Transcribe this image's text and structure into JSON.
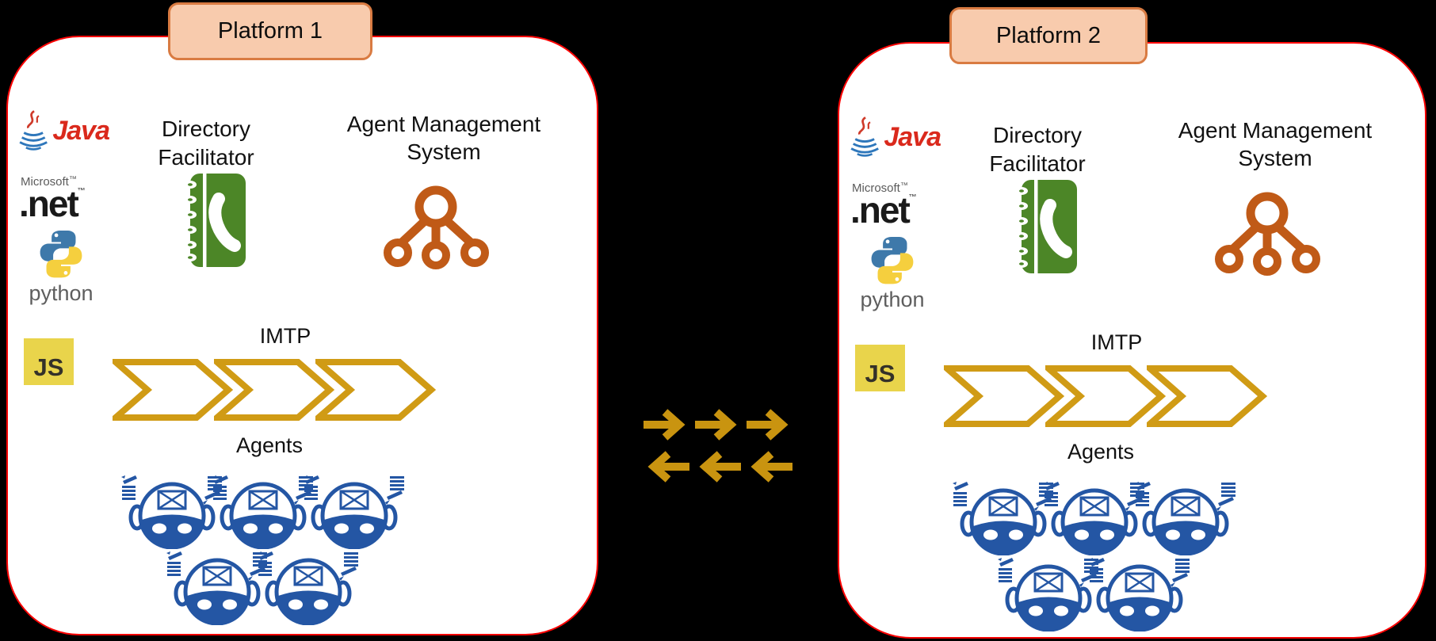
{
  "colors": {
    "background": "#000000",
    "platform_fill": "#ffffff",
    "platform_border": "#ff0000",
    "title_fill": "#f8cbad",
    "title_border": "#d97b42",
    "chevron_gold": "#d09b15",
    "transfer_arrow_gold": "#c99410",
    "book_green": "#4c8627",
    "tree_orange": "#c05a17",
    "robot_blue": "#2456a4",
    "java_red": "#da291c",
    "java_blue": "#2e77bb",
    "js_yellow": "#e9d44b",
    "js_text": "#343129",
    "python_blue": "#3e79aa",
    "python_yellow": "#f5cf3e",
    "microsoft_gray": "#5b5b5b",
    "net_text": "#1a1a1a"
  },
  "platform1": {
    "title": "Platform 1",
    "logos": {
      "java": "Java",
      "microsoft": "Microsoft",
      "dotnet": ".net",
      "tm": "™",
      "python": "python",
      "js": "JS"
    },
    "directory_facilitator": {
      "line1": "Directory",
      "line2": "Facilitator"
    },
    "agent_management": {
      "line1": "Agent Management",
      "line2": "System"
    },
    "imtp": "IMTP",
    "agents": "Agents",
    "agent_count": 5,
    "chevron_count": 3
  },
  "platform2": {
    "title": "Platform 2",
    "logos": {
      "java": "Java",
      "microsoft": "Microsoft",
      "dotnet": ".net",
      "tm": "™",
      "python": "python",
      "js": "JS"
    },
    "directory_facilitator": {
      "line1": "Directory",
      "line2": "Facilitator"
    },
    "agent_management": {
      "line1": "Agent Management",
      "line2": "System"
    },
    "imtp": "IMTP",
    "agents": "Agents",
    "agent_count": 5,
    "chevron_count": 3
  },
  "interconnect": {
    "right_arrows": 3,
    "left_arrows": 3
  }
}
